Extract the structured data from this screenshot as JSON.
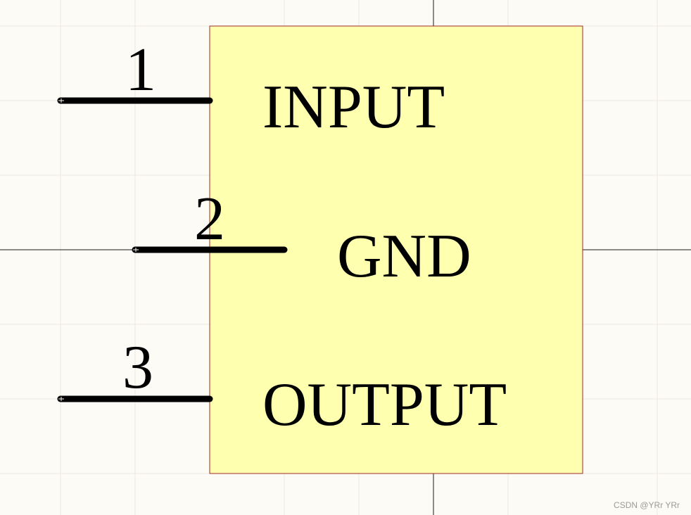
{
  "colors": {
    "background": "#fdfbf5",
    "grid": "#ece8e0",
    "axis": "#1a1a1a",
    "body_fill": "#ffffb0",
    "body_stroke": "#a0282a",
    "pin": "#000000",
    "text": "#000000"
  },
  "component": {
    "pins": [
      {
        "number": "1",
        "name": "INPUT"
      },
      {
        "number": "2",
        "name": "GND"
      },
      {
        "number": "3",
        "name": "OUTPUT"
      }
    ]
  },
  "watermark": "CSDN @YRr YRr"
}
